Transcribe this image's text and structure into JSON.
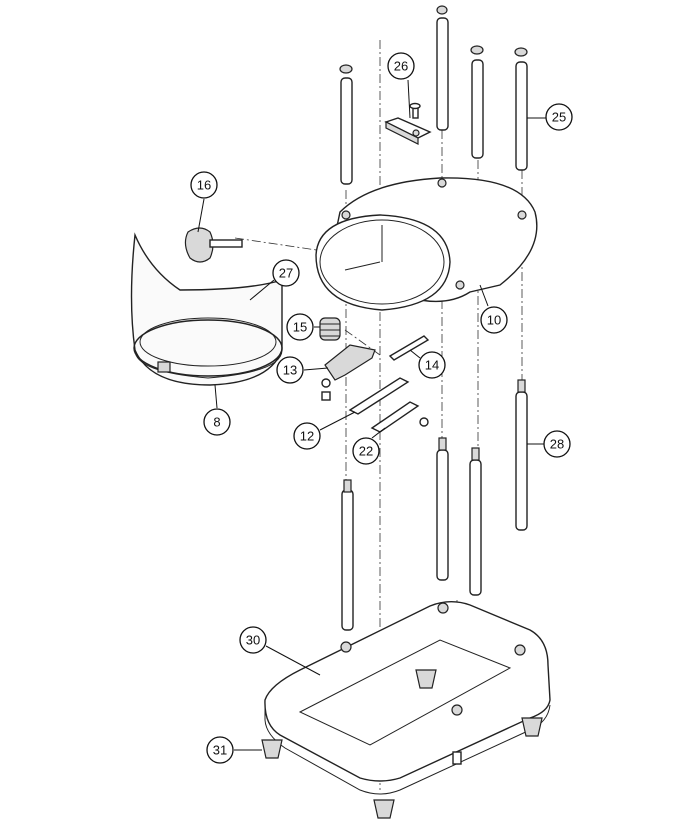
{
  "diagram": {
    "type": "exploded-parts-view",
    "callouts": {
      "c8": "8",
      "c10": "10",
      "c12": "12",
      "c13": "13",
      "c14": "14",
      "c15": "15",
      "c16": "16",
      "c22": "22",
      "c25": "25",
      "c26": "26",
      "c27": "27",
      "c28": "28",
      "c30": "30",
      "c31": "31"
    }
  }
}
